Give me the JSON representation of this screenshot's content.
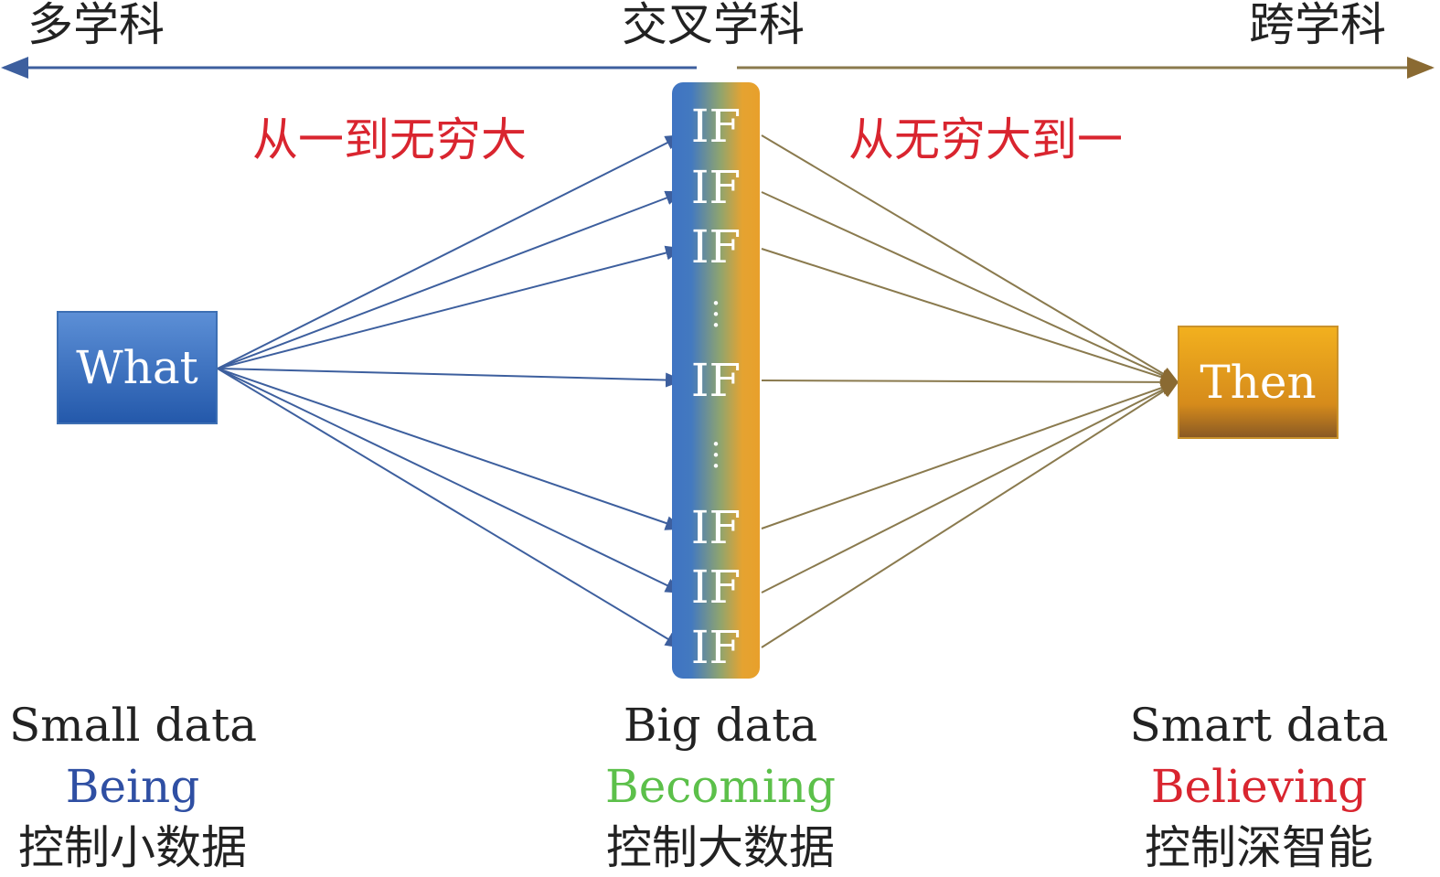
{
  "top": {
    "left": "多学科",
    "center": "交叉学科",
    "right": "跨学科"
  },
  "phrases": {
    "left": "从一到无穷大",
    "right": "从无穷大到一"
  },
  "nodes": {
    "what": "What",
    "then": "Then"
  },
  "if_items": [
    "IF",
    "IF",
    "IF",
    "IF",
    "IF",
    "IF",
    "IF"
  ],
  "columns": {
    "left": {
      "data": "Small data",
      "mode": "Being",
      "control": "控制小数据"
    },
    "center": {
      "data": "Big data",
      "mode": "Becoming",
      "control": "控制大数据"
    },
    "right": {
      "data": "Smart data",
      "mode": "Believing",
      "control": "控制深智能"
    }
  },
  "colors": {
    "blue": "#2f4fa3",
    "green": "#5cc04a",
    "red": "#d9252f",
    "left_arrow": "#3d5f9e",
    "right_arrow": "#8a7a4e"
  }
}
